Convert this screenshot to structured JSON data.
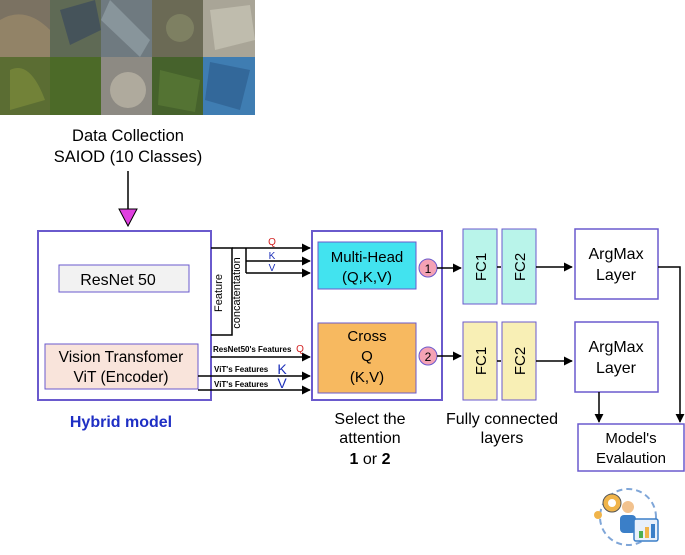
{
  "data_collection": {
    "line1": "Data Collection",
    "line2": "SAIOD (10 Classes)"
  },
  "hybrid": {
    "resnet_label": "ResNet 50",
    "vit_line1": "Vision Transfomer",
    "vit_line2": "ViT (Encoder)",
    "caption": "Hybrid model"
  },
  "feature_concat": {
    "line1": "Feature",
    "line2": "concatentation"
  },
  "arrow_labels": {
    "q": "Q",
    "k": "K",
    "v": "V",
    "resnet_features_text": "ResNet50's Features",
    "resnet_features_q": "Q",
    "vit_features_1": "ViT's Features",
    "vit_features_2": "ViT's Features",
    "k2": "K",
    "v2": "V"
  },
  "attention": {
    "multi_head_line1": "Multi-Head",
    "multi_head_line2": "(Q,K,V)",
    "cross_line1": "Cross",
    "cross_line2": "Q",
    "cross_line3": "(K,V)",
    "badge1": "1",
    "badge2": "2",
    "caption_line1": "Select the",
    "caption_line2": "attention",
    "caption_opt1": "1",
    "caption_or": " or ",
    "caption_opt2": "2"
  },
  "fc": {
    "fc1": "FC1",
    "fc2": "FC2",
    "caption_line1": "Fully connected",
    "caption_line2": "layers"
  },
  "argmax": {
    "line1": "ArgMax",
    "line2": "Layer"
  },
  "evaluation": {
    "line1": "Model's",
    "line2": "Evalaution"
  },
  "colors": {
    "box_border": "#6a5acd",
    "hybrid_caption": "#1f2fc4",
    "multihead_fill": "#42e3ef",
    "cross_fill": "#f7b960",
    "fc_top_fill": "#b9f4ea",
    "fc_bottom_fill": "#f8efb5",
    "vit_fill": "#f9e4db",
    "resnet_fill": "#f2f2f2",
    "badge_fill": "#f4a2b5",
    "arrowhead_magenta": "#e040e0",
    "q_color": "#d22020",
    "kv_color": "#1c2fb8"
  },
  "icons": [
    "satellite-image-grid",
    "model-evaluation-icon"
  ]
}
